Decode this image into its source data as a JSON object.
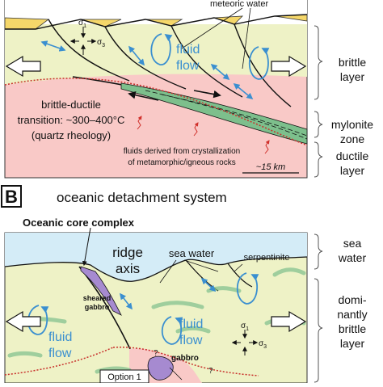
{
  "panel_a": {
    "meteoric_water": "meteoric water",
    "sigma1": "σ",
    "sigma1_sub": "1",
    "sigma3": "σ",
    "sigma3_sub": "3",
    "fluid": "fluid",
    "flow": "flow",
    "brittle_ductile_1": "brittle-ductile",
    "brittle_ductile_2": "transition: ~300–400°C",
    "brittle_ductile_3": "(quartz rheology)",
    "fluids_1": "fluids derived from crystallization",
    "fluids_2": "of metamorphic/igneous rocks",
    "scale": "~15 km",
    "brittle_1": "brittle",
    "brittle_2": "layer",
    "mylonite_1": "mylonite",
    "mylonite_2": "zone",
    "ductile_1": "ductile",
    "ductile_2": "layer"
  },
  "panel_b": {
    "letter": "B",
    "title": "oceanic detachment system",
    "core_complex": "Oceanic core complex",
    "ridge_1": "ridge",
    "ridge_2": "axis",
    "sea_water_label": "sea water",
    "serpentinite": "serpentinite",
    "sheared_1": "sheared",
    "sheared_2": "gabbro",
    "fluid_left_1": "fluid",
    "fluid_left_2": "flow",
    "fluid_right_1": "fluid",
    "fluid_right_2": "flow",
    "sigma1": "σ",
    "sigma1_sub": "1",
    "sigma3": "σ",
    "sigma3_sub": "3",
    "gabbro": "gabbro",
    "option": "Option 1",
    "question": "?",
    "sea_1": "sea",
    "sea_2": "water",
    "domi_1": "domi-",
    "domi_2": "nantly",
    "domi_3": "brittle",
    "domi_4": "layer"
  },
  "colors": {
    "crust": "#eef2c6",
    "ductile": "#f9c9c7",
    "sediment": "#f5d76a",
    "sea": "#d4ecf7",
    "flow_arrow": "#3a8fd0",
    "mylonite": "#7dbf8c",
    "transition": "#c8302b",
    "gabbro": "#a68ad0"
  }
}
